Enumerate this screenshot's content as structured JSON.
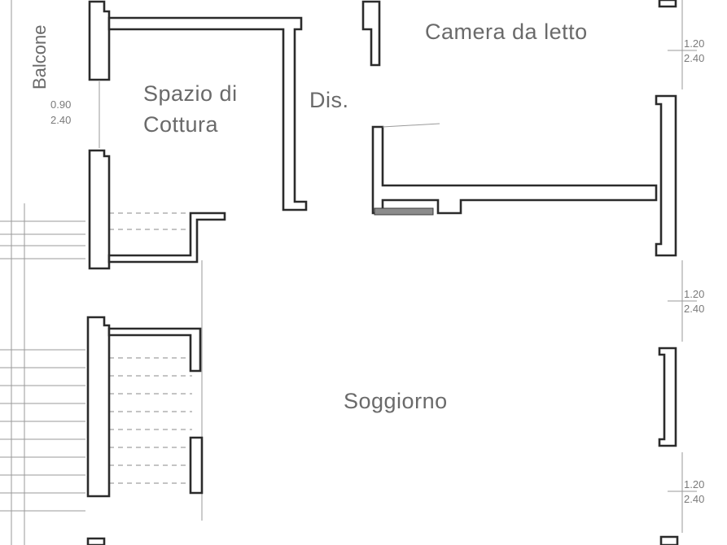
{
  "rooms": {
    "bedroom": "Camera da letto",
    "kitchen_line1": "Spazio di",
    "kitchen_line2": "Cottura",
    "hall": "Dis.",
    "living": "Soggiorno",
    "balcony": "Balcone"
  },
  "dimensions": {
    "window_kitchen_w": "0.90",
    "window_kitchen_h": "2.40",
    "window_bedroom_w": "1.20",
    "window_bedroom_h": "2.40",
    "window_living_upper_w": "1.20",
    "window_living_upper_h": "2.40",
    "window_living_lower_w": "1.20",
    "window_living_lower_h": "2.40"
  }
}
